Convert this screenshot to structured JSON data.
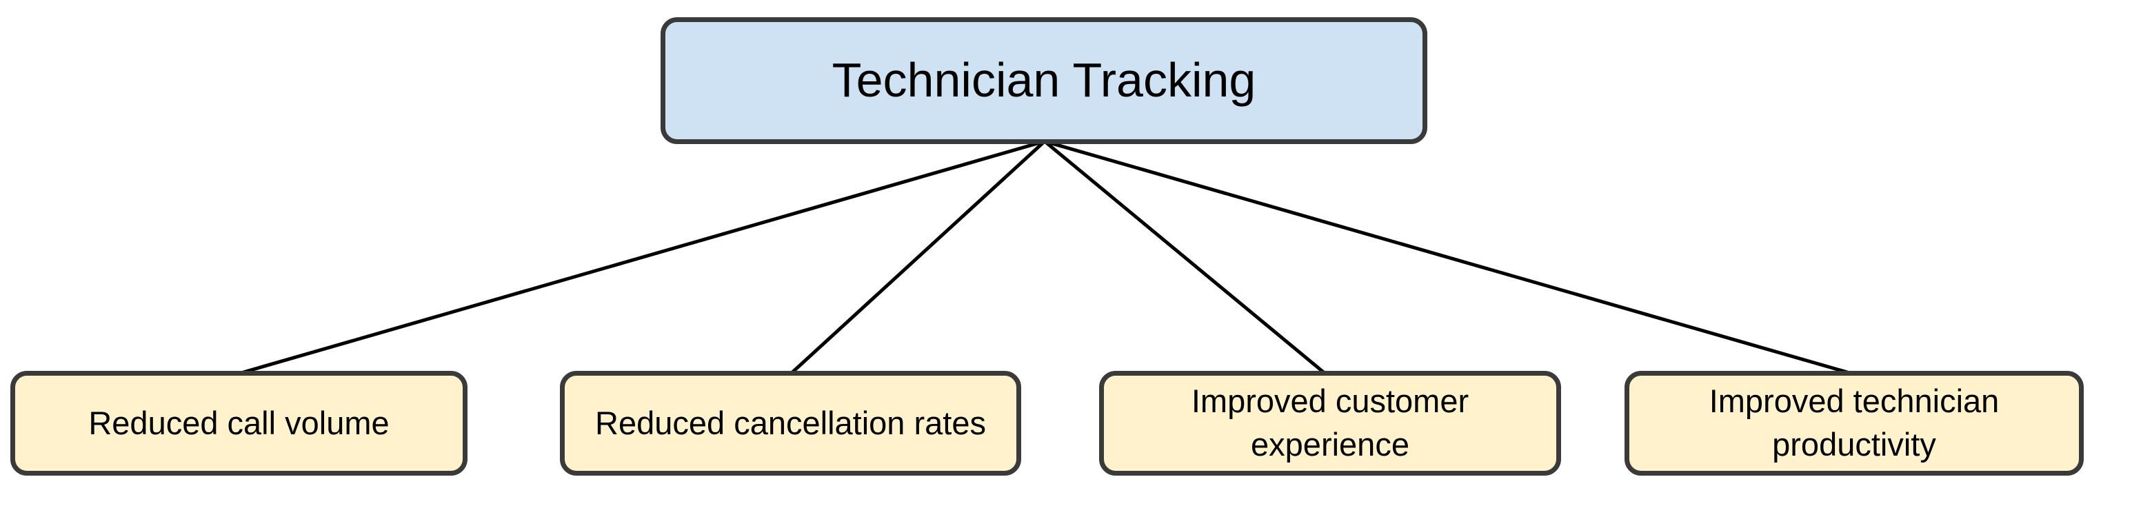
{
  "diagram": {
    "type": "tree",
    "root": {
      "label": "Technician Tracking"
    },
    "children": [
      {
        "label": "Reduced call volume"
      },
      {
        "label": "Reduced cancellation rates"
      },
      {
        "label": "Improved customer experience"
      },
      {
        "label": "Improved technician productivity"
      }
    ],
    "colors": {
      "background": "#ffffff",
      "root_fill": "#cfe2f3",
      "child_fill": "#fff2cc",
      "border": "#3a3a3a",
      "connector": "#000000",
      "text": "#000000"
    }
  }
}
